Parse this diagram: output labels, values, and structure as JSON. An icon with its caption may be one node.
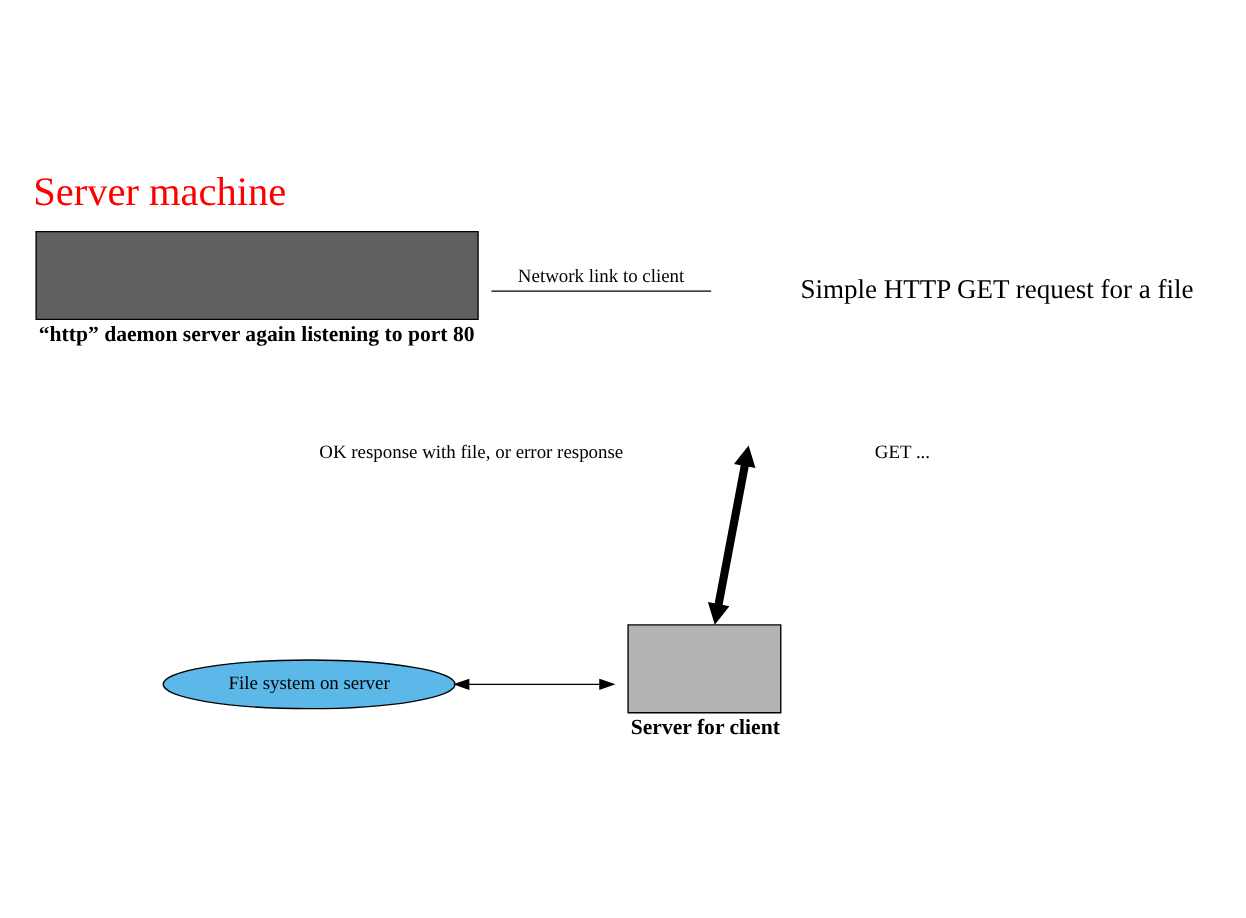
{
  "diagram": {
    "title": "Server machine",
    "nodes": [
      {
        "text": [
          "“http” daemon server again listening to port 80"
        ]
      },
      {
        "text": [
          "Server for client"
        ]
      },
      {
        "text": [
          "File system on server"
        ]
      }
    ],
    "edges": [
      {
        "from": 0,
        "to": null,
        "arrow": "none",
        "label": "Network link to client"
      },
      {
        "from": null,
        "to": 1,
        "arrow": "both",
        "style": "thick"
      },
      {
        "from": 2,
        "to": 1,
        "arrow": "both"
      }
    ],
    "labels": [
      "Simple HTTP GET request for a file",
      "OK response with file, or error response",
      "GET ..."
    ]
  }
}
